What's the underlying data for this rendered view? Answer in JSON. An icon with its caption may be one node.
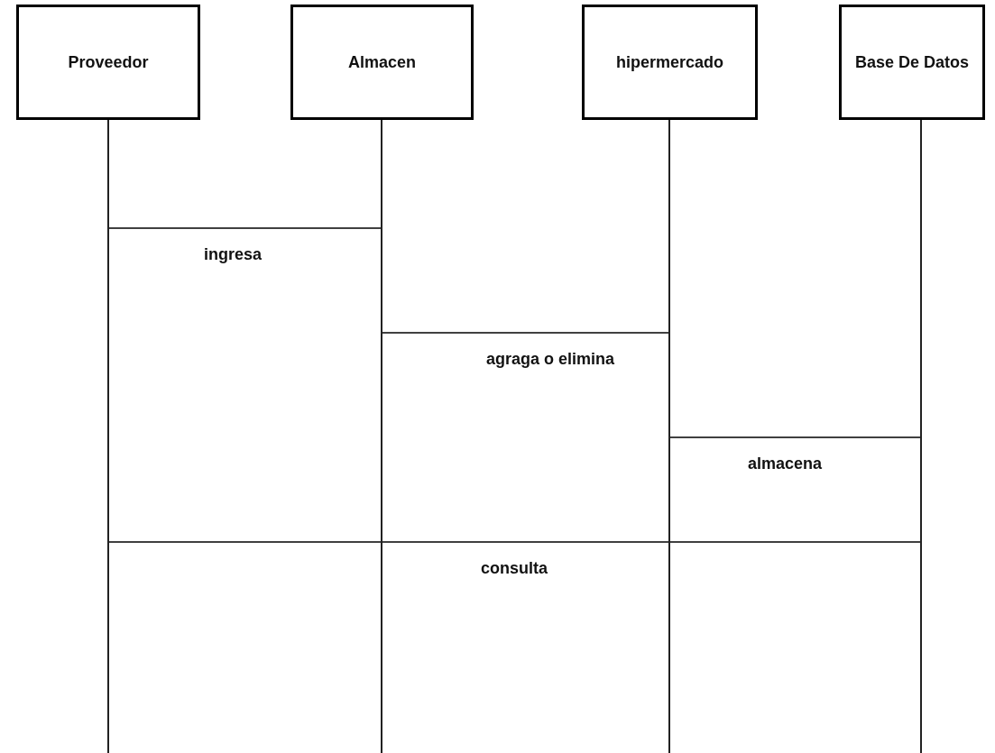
{
  "diagram": {
    "nodes": [
      {
        "text": [
          "Proveedor"
        ]
      },
      {
        "text": [
          "Almacen"
        ]
      },
      {
        "text": [
          "hipermercado"
        ]
      },
      {
        "text": [
          "Base De Datos"
        ]
      },
      {
        "text": [],
        "shape": "line"
      },
      {
        "text": [],
        "shape": "line"
      },
      {
        "text": [],
        "shape": "line"
      },
      {
        "text": [],
        "shape": "line"
      }
    ],
    "edges": [
      {
        "from": 4,
        "to": 5,
        "arrow": "none",
        "label": "ingresa"
      },
      {
        "from": 5,
        "to": 6,
        "arrow": "none",
        "label": "agraga o elimina"
      },
      {
        "from": 6,
        "to": 7,
        "arrow": "none",
        "label": "almacena"
      },
      {
        "from": 4,
        "to": 7,
        "arrow": "none",
        "label": "consulta"
      }
    ]
  }
}
